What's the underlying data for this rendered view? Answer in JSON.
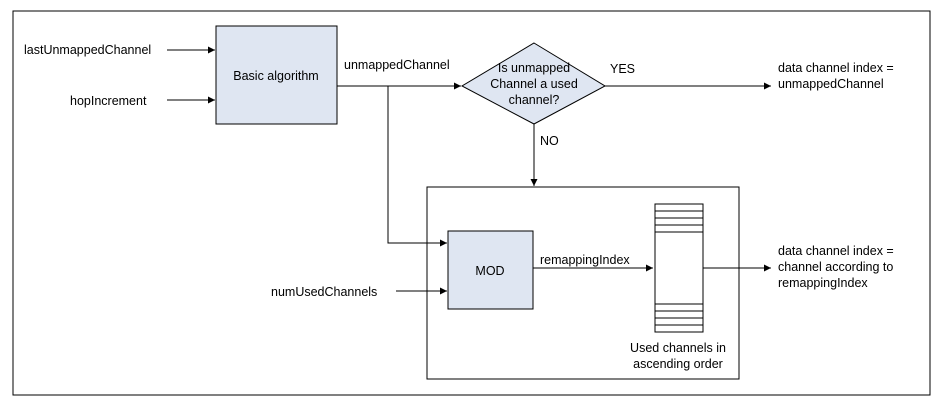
{
  "inputs": {
    "last_unmapped_channel": "lastUnmappedChannel",
    "hop_increment": "hopIncrement",
    "num_used_channels": "numUsedChannels"
  },
  "blocks": {
    "basic_algorithm": "Basic algorithm",
    "mod": "MOD"
  },
  "signals": {
    "unmapped_channel": "unmappedChannel",
    "remapping_index": "remappingIndex"
  },
  "decision": {
    "lines": [
      "Is unmapped",
      "Channel a used",
      "channel?"
    ],
    "yes_label": "YES",
    "no_label": "NO"
  },
  "outputs": {
    "direct": [
      "data channel index =",
      "unmappedChannel"
    ],
    "remapped": [
      "data channel index =",
      "channel according to",
      "remappingIndex"
    ]
  },
  "table": {
    "caption": [
      "Used channels in",
      "ascending order"
    ]
  }
}
